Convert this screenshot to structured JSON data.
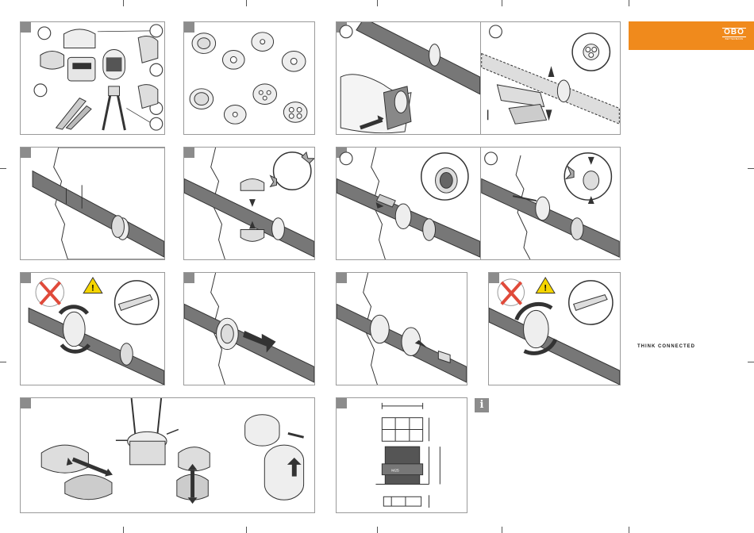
{
  "brand": {
    "logo_text": "OBO",
    "logo_sub": "BETTERMANN",
    "tagline": "THINK CONNECTED"
  },
  "info_icon": "i",
  "colors": {
    "accent": "#f08a1c",
    "frame": "#9a9a9a",
    "tab": "#8c8c8c",
    "warning": "#f5d500",
    "cross": "#e04a3a"
  },
  "gauge_label": "M25"
}
